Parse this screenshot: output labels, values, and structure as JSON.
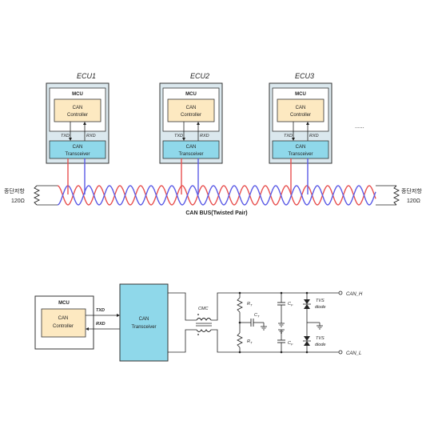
{
  "top": {
    "ecus": [
      {
        "title": "ECU1",
        "mcu": "MCU",
        "controller": [
          "CAN",
          "Controller"
        ],
        "txd": "TXD",
        "rxd": "RXD",
        "transceiver": [
          "CAN",
          "Transceiver"
        ]
      },
      {
        "title": "ECU2",
        "mcu": "MCU",
        "controller": [
          "CAN",
          "Controller"
        ],
        "txd": "TXD",
        "rxd": "RXD",
        "transceiver": [
          "CAN",
          "Transceiver"
        ]
      },
      {
        "title": "ECU3",
        "mcu": "MCU",
        "controller": [
          "CAN",
          "Controller"
        ],
        "txd": "TXD",
        "rxd": "RXD",
        "transceiver": [
          "CAN",
          "Transceiver"
        ]
      }
    ],
    "ellipsis": "......",
    "terminator_left": {
      "label": "종단저항",
      "value": "120Ω"
    },
    "terminator_right": {
      "label": "종단저항",
      "value": "120Ω"
    },
    "bus_label": "CAN BUS(Twisted Pair)",
    "colors": {
      "can_h": "#e8504f",
      "can_l": "#5a5ae6",
      "ecu_fill": "#dbe8ee",
      "controller_fill": "#fde9c1",
      "transceiver_fill": "#8fd8ea"
    }
  },
  "bottom": {
    "mcu": "MCU",
    "controller": [
      "CAN",
      "Controller"
    ],
    "txd": "TXD",
    "rxd": "RXD",
    "transceiver": [
      "CAN",
      "Transceiver"
    ],
    "cmc": "CMC",
    "rt_top": "R",
    "rt_bottom": "R",
    "rt_sub": "T",
    "ct": "C",
    "ct_sub": "T",
    "cf_top": "C",
    "cf_bottom": "C",
    "cf_sub": "F",
    "tvs_top": [
      "TVS",
      "diode"
    ],
    "tvs_bottom": [
      "TVS",
      "diode"
    ],
    "can_h": "CAN_H",
    "can_l": "CAN_L"
  }
}
